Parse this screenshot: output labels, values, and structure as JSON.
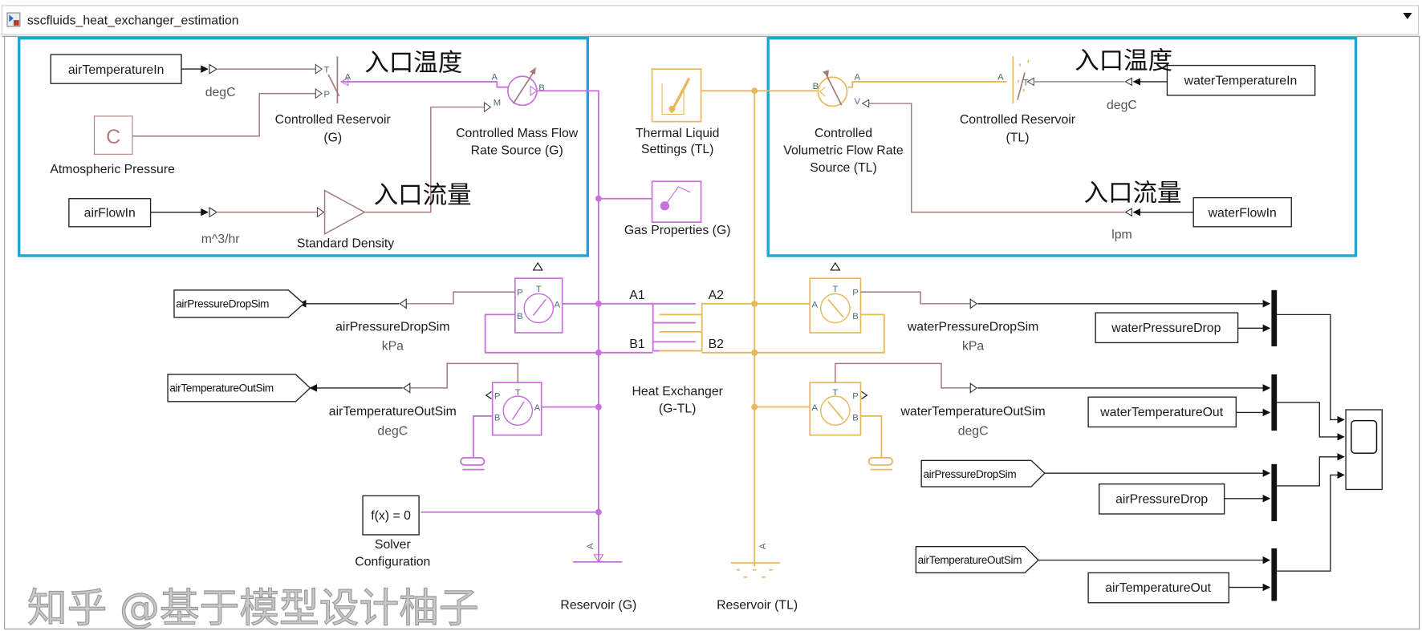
{
  "window": {
    "title": "sscfluids_heat_exchanger_estimation",
    "dropdown_icon": "chevron-down-icon"
  },
  "colors": {
    "gas_domain": "#c772d8",
    "thermal_liquid_domain": "#e8b95c",
    "physical_signal": "#a47a7a",
    "highlight_box": "#1ea5d6"
  },
  "annotations": {
    "air_inlet_temp": "入口温度",
    "air_inlet_flow": "入口流量",
    "water_inlet_temp": "入口温度",
    "water_inlet_flow": "入口流量"
  },
  "air_side": {
    "temp_in": {
      "label": "airTemperatureIn",
      "unit": "degC"
    },
    "reservoir": {
      "line1": "Controlled Reservoir",
      "line2": "(G)",
      "port_t": "T",
      "port_p": "P",
      "port_a": "A"
    },
    "atm": {
      "symbol": "C",
      "label": "Atmospheric Pressure"
    },
    "mass_flow": {
      "line1": "Controlled Mass Flow",
      "line2": "Rate Source (G)",
      "port_a": "A",
      "port_b": "B",
      "port_m": "M"
    },
    "flow_in": {
      "label": "airFlowIn",
      "unit": "m^3/hr"
    },
    "density": {
      "label": "Standard Density"
    }
  },
  "center": {
    "tl_settings": {
      "line1": "Thermal Liquid",
      "line2": "Settings (TL)"
    },
    "gas_props": {
      "label": "Gas Properties (G)"
    },
    "hx": {
      "line1": "Heat Exchanger",
      "line2": "(G-TL)",
      "a1": "A1",
      "a2": "A2",
      "b1": "B1",
      "b2": "B2"
    },
    "solver": {
      "expr": "f(x) = 0",
      "line1": "Solver",
      "line2": "Configuration"
    },
    "res_g": {
      "label": "Reservoir (G)",
      "port": "A"
    },
    "res_tl": {
      "label": "Reservoir (TL)",
      "port": "A"
    }
  },
  "water_side": {
    "vol_flow": {
      "line1": "Controlled",
      "line2": "Volumetric Flow Rate",
      "line3": "Source (TL)",
      "port_a": "A",
      "port_b": "B",
      "port_v": "V"
    },
    "reservoir": {
      "line1": "Controlled Reservoir",
      "line2": "(TL)",
      "port_a": "A",
      "port_t": "T"
    },
    "temp_in": {
      "label": "waterTemperatureIn",
      "unit": "degC"
    },
    "flow_in": {
      "label": "waterFlowIn",
      "unit": "lpm"
    }
  },
  "sensors": {
    "air_pressure": {
      "goto": "airPressureDropSim",
      "label": "airPressureDropSim",
      "unit": "kPa",
      "p": "P",
      "b": "B",
      "a": "A",
      "t": "T"
    },
    "air_temp": {
      "goto": "airTemperatureOutSim",
      "label": "airTemperatureOutSim",
      "unit": "degC",
      "p": "P",
      "b": "B",
      "a": "A",
      "t": "T"
    },
    "water_pressure": {
      "label": "waterPressureDropSim",
      "unit": "kPa",
      "p": "P",
      "b": "B",
      "a": "A",
      "t": "T"
    },
    "water_temp": {
      "label": "waterTemperatureOutSim",
      "unit": "degC",
      "p": "P",
      "b": "B",
      "a": "A",
      "t": "T"
    }
  },
  "measured": {
    "water_pressure": "waterPressureDrop",
    "water_temp": "waterTemperatureOut",
    "air_pressure_from": "airPressureDropSim",
    "air_pressure": "airPressureDrop",
    "air_temp_from": "airTemperatureOutSim",
    "air_temp": "airTemperatureOut"
  },
  "watermark": "知乎 @基于模型设计柚子"
}
